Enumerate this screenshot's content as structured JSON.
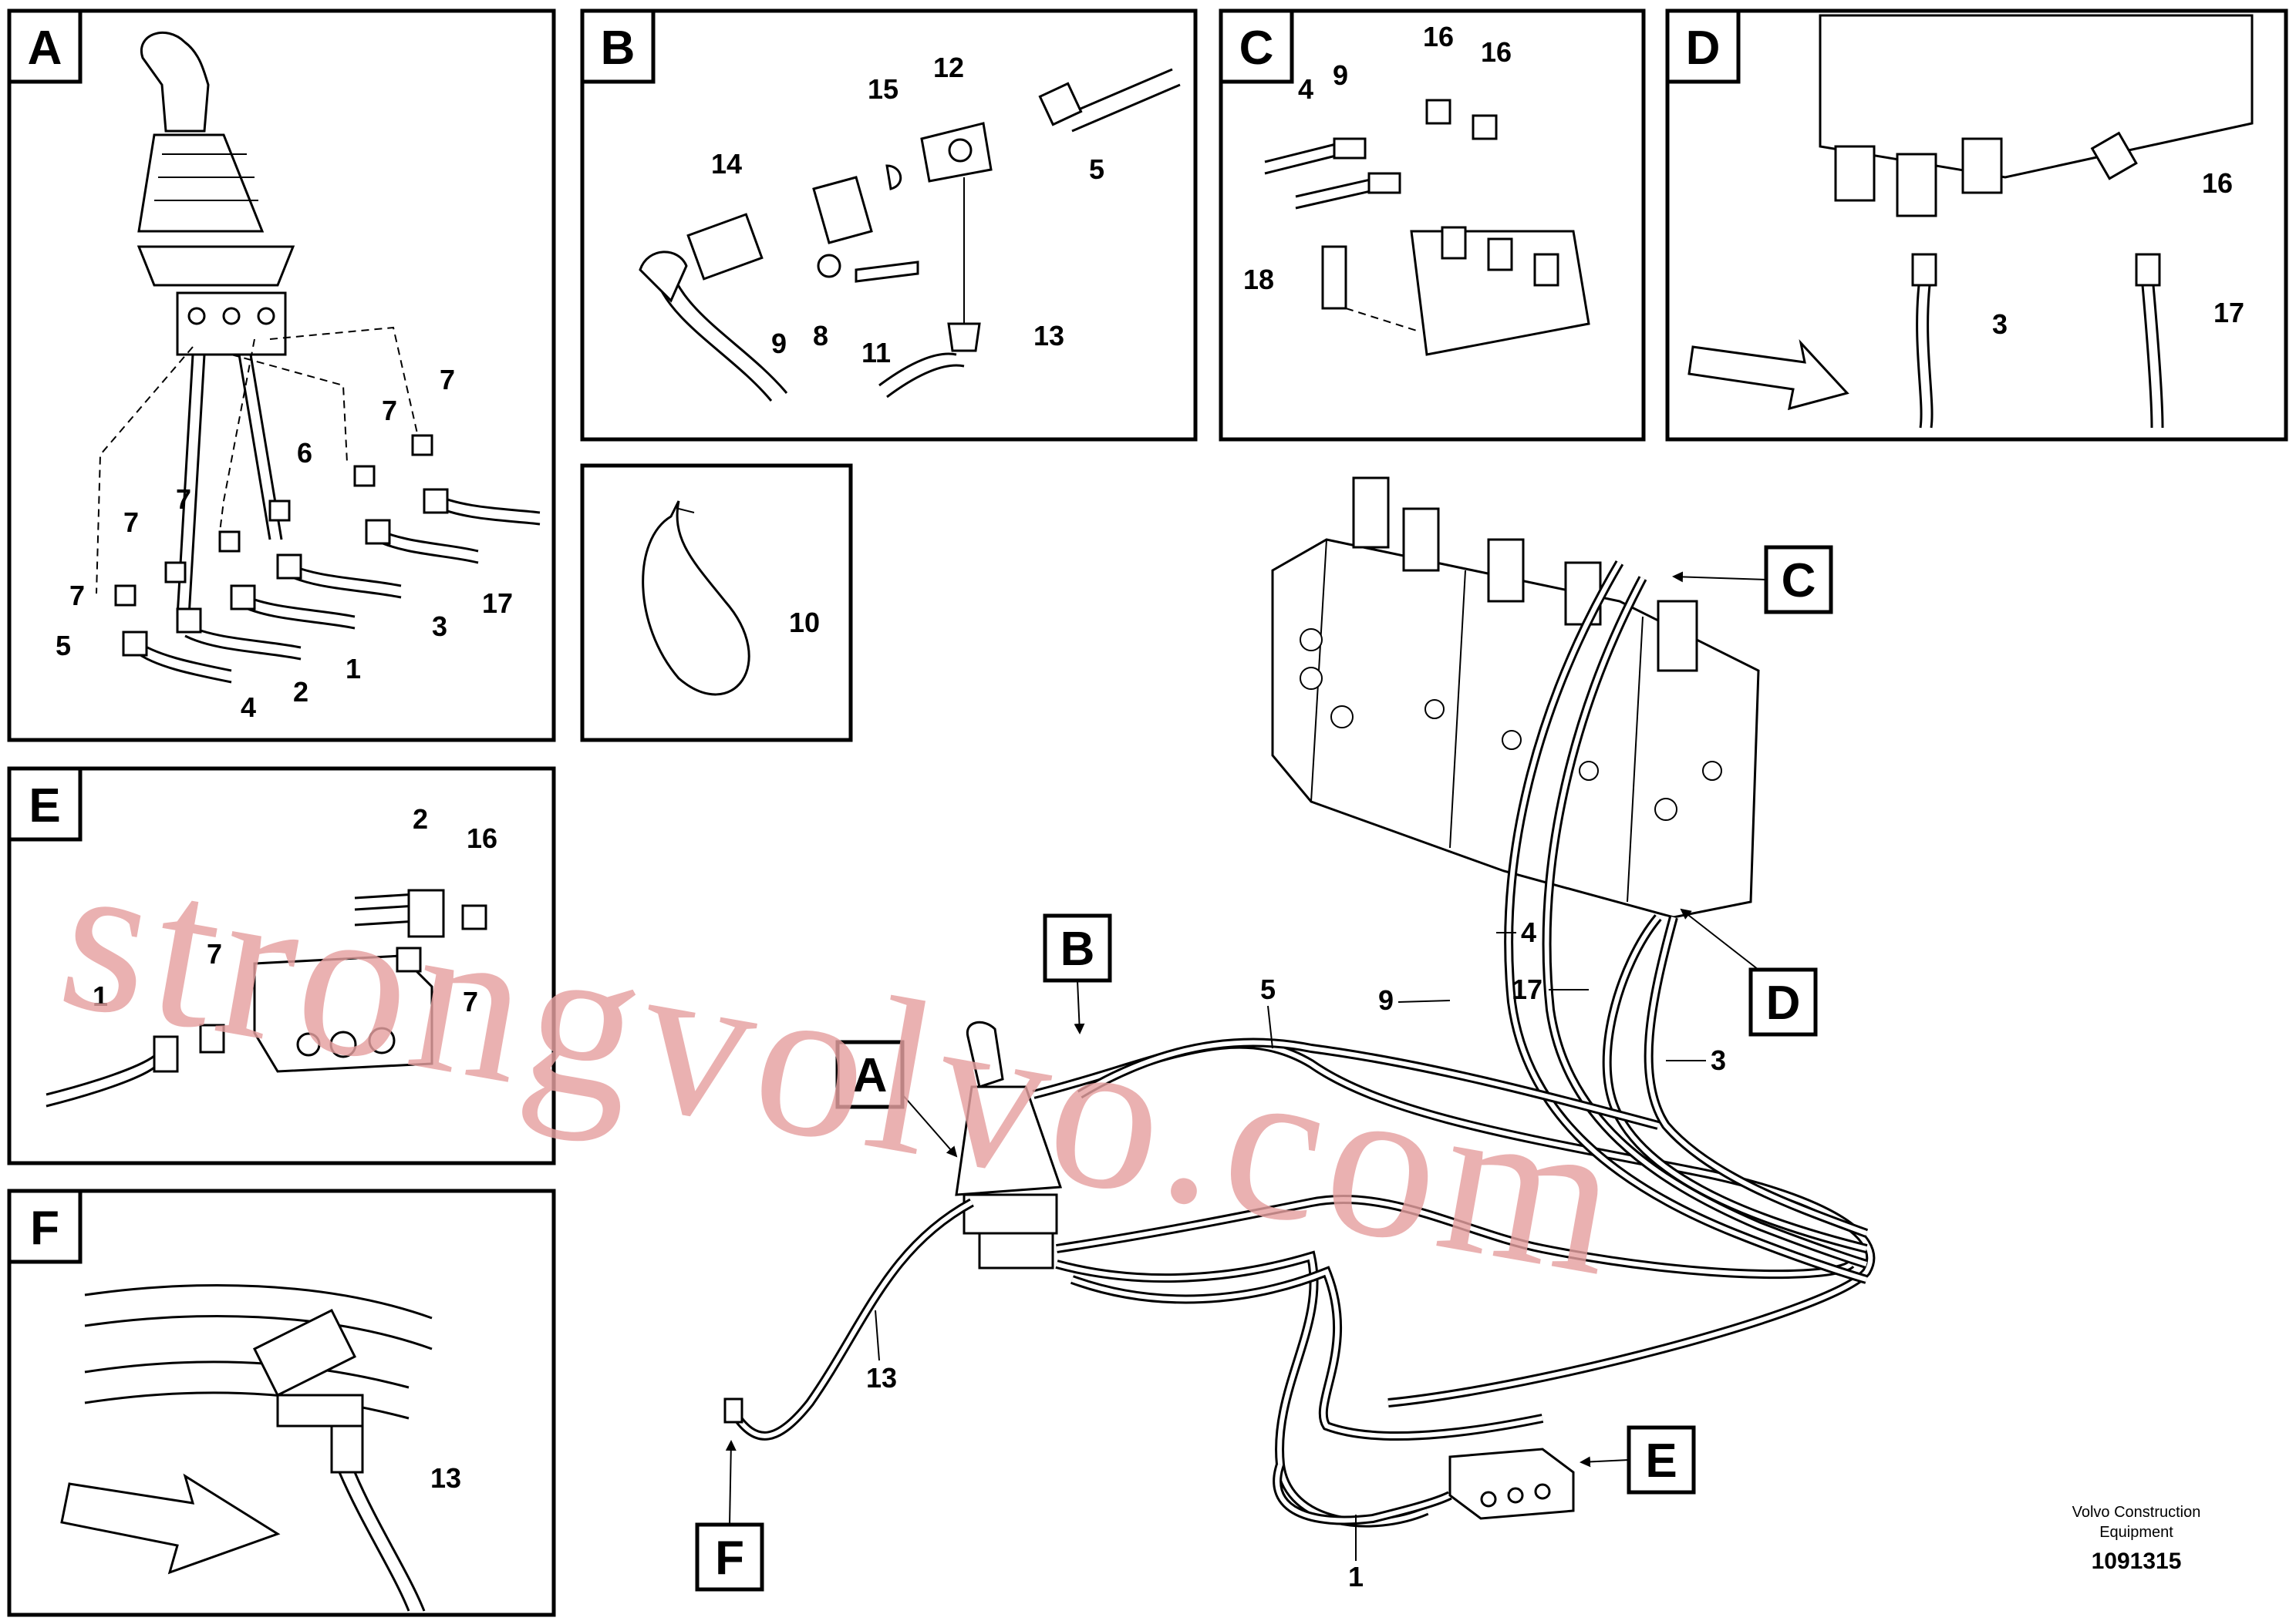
{
  "panels": {
    "A": {
      "label": "A",
      "callouts": [
        "7",
        "7",
        "7",
        "6",
        "7",
        "7",
        "7",
        "5",
        "4",
        "2",
        "1",
        "3",
        "17"
      ]
    },
    "B": {
      "label": "B",
      "callouts": [
        "15",
        "12",
        "14",
        "5",
        "9",
        "8",
        "11",
        "13"
      ]
    },
    "C": {
      "label": "C",
      "callouts": [
        "16",
        "16",
        "4",
        "9",
        "18"
      ]
    },
    "D": {
      "label": "D",
      "callouts": [
        "16",
        "3",
        "17"
      ]
    },
    "E": {
      "label": "E",
      "callouts": [
        "2",
        "16",
        "7",
        "1",
        "7"
      ]
    },
    "F": {
      "label": "F",
      "callouts": [
        "13"
      ]
    },
    "detail10": {
      "callouts": [
        "10"
      ]
    }
  },
  "main": {
    "view_tags": [
      "B",
      "A",
      "C",
      "D",
      "E",
      "F"
    ],
    "callouts": [
      "4",
      "5",
      "9",
      "17",
      "3",
      "13",
      "1"
    ]
  },
  "credit": {
    "line1": "Volvo Construction",
    "line2": "Equipment",
    "number": "1091315"
  },
  "watermark": "strongvolvo.com"
}
